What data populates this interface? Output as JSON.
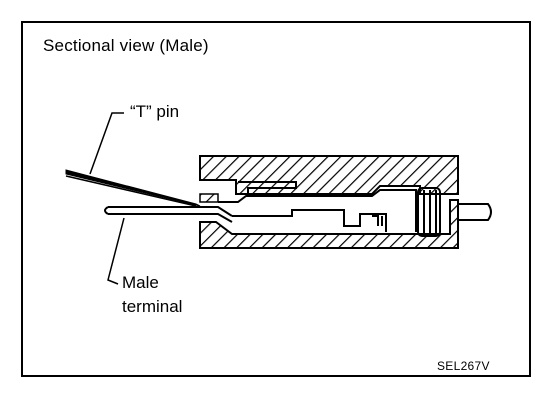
{
  "title": "Sectional view (Male)",
  "labels": {
    "t_pin": "“T” pin",
    "male_line1": "Male",
    "male_line2": "terminal"
  },
  "figure_code": "SEL267V"
}
